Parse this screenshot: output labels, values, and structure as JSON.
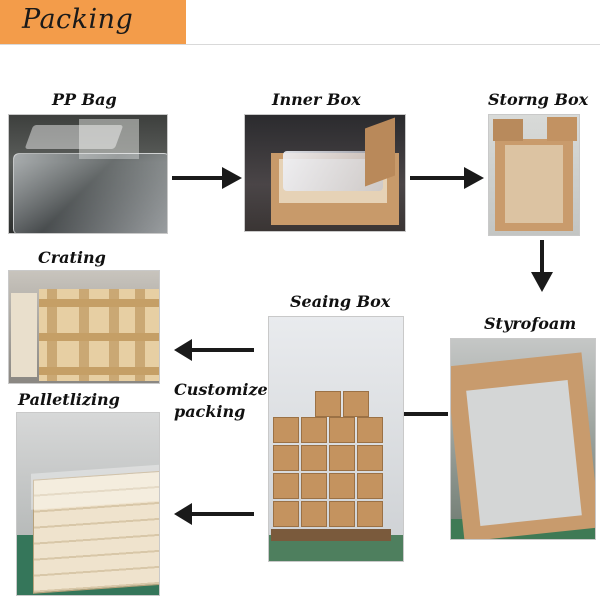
{
  "header": {
    "title": "Packing"
  },
  "colors": {
    "header_bg": "#f39c4a",
    "arrow": "#1a1a1a"
  },
  "steps": [
    {
      "label": "PP Bag"
    },
    {
      "label": "Inner Box"
    },
    {
      "label": "Storng Box"
    },
    {
      "label": "Styrofoam"
    },
    {
      "label": "Seaing Box"
    },
    {
      "label": "Crating"
    },
    {
      "label": "Palletlizing"
    }
  ],
  "note": {
    "line1": "Customize",
    "line2": "packing"
  }
}
